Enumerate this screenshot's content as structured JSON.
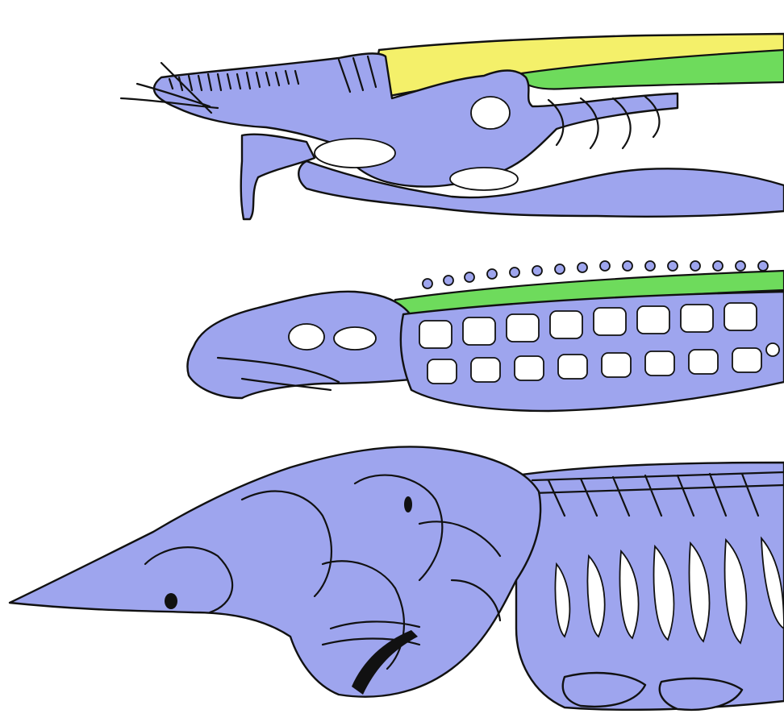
{
  "figure": {
    "colors": {
      "background": "#ffffff",
      "bone": "#9ea5ee",
      "yellow_element": "#f4f06a",
      "green_element": "#6edb5c",
      "outline": "#111111"
    },
    "specimens": [
      {
        "id": "top",
        "description_visible": false
      },
      {
        "id": "middle",
        "description_visible": false
      },
      {
        "id": "bottom",
        "description_visible": false
      }
    ]
  }
}
